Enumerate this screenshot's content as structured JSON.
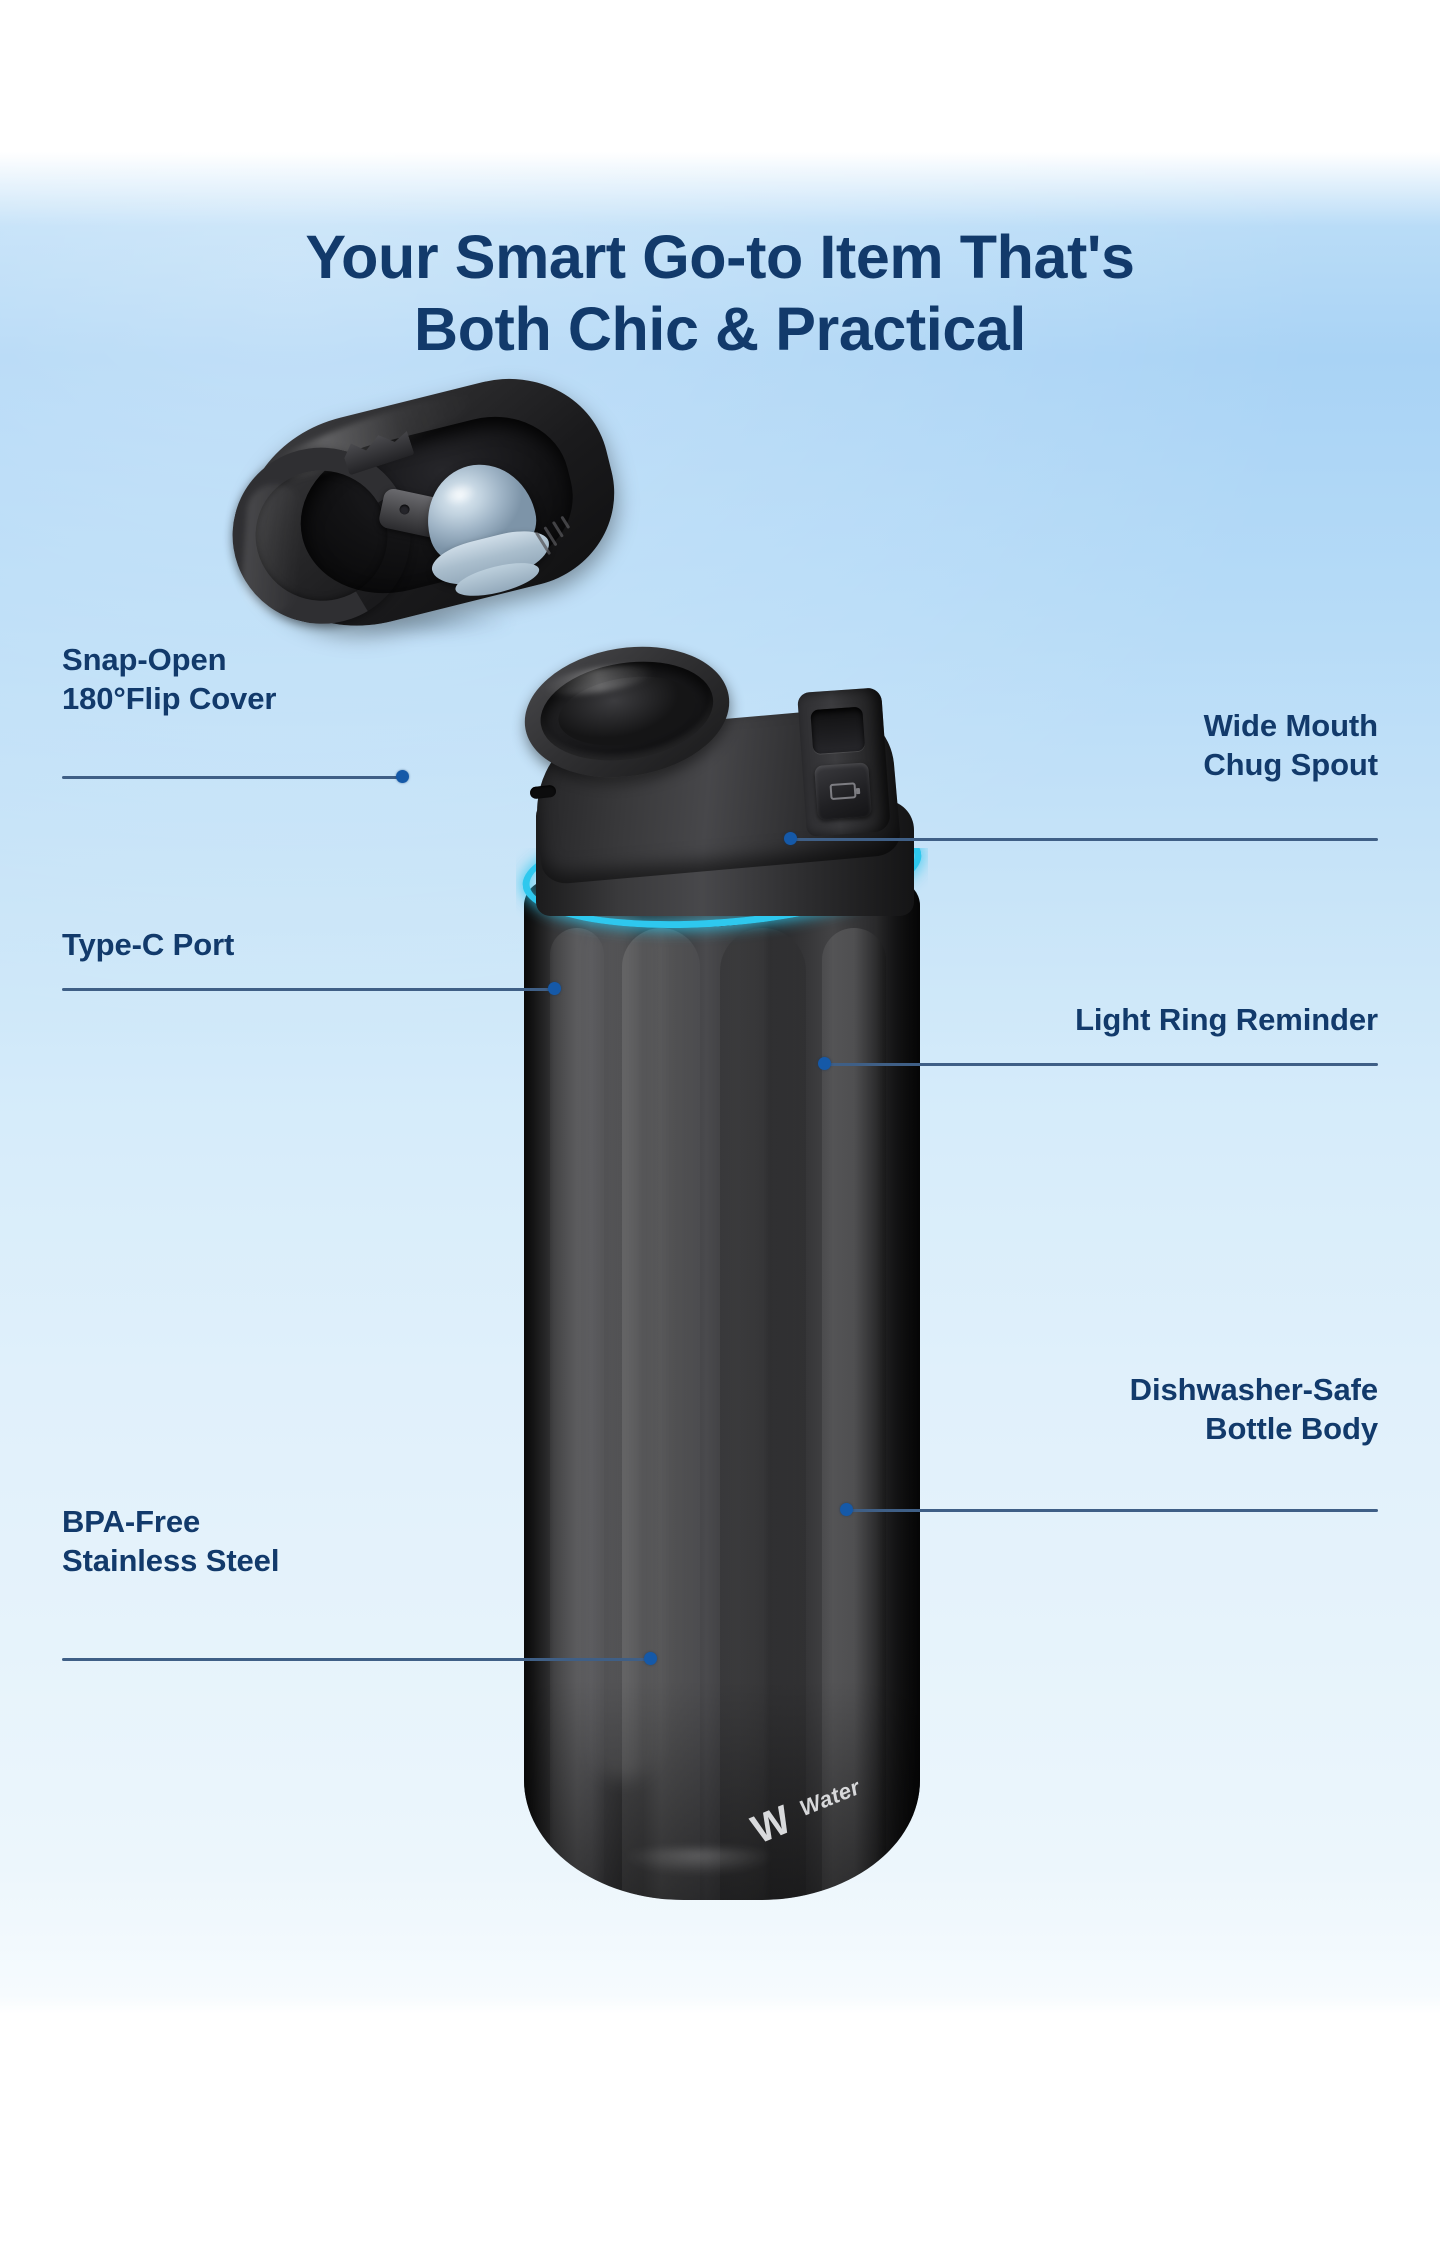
{
  "headline": {
    "line1": "Your Smart Go-to Item That's",
    "line2": "Both Chic & Practical"
  },
  "colors": {
    "heading_navy": "#123a6b",
    "label_navy": "#123a6b",
    "leader_line": "#3f5f86",
    "dot_marker": "#1559a8",
    "light_ring_cyan": "#2ec8ee",
    "background_blue": "#a9d3f5",
    "background_white": "#ffffff",
    "bottle_black": "#2b2b2c",
    "gasket_gray_blue": "#c2d3e0"
  },
  "callouts": [
    {
      "id": "snap-open-flip-cover",
      "side": "left",
      "lines": [
        "Snap-Open",
        "180°Flip Cover"
      ],
      "points_to": "flip-lid"
    },
    {
      "id": "type-c-port",
      "side": "left",
      "lines": [
        "Type-C Port"
      ],
      "points_to": "charging-port"
    },
    {
      "id": "bpa-free-stainless-steel",
      "side": "left",
      "lines": [
        "BPA-Free",
        "Stainless Steel"
      ],
      "points_to": "bottle-body-lower"
    },
    {
      "id": "wide-mouth-chug-spout",
      "side": "right",
      "lines": [
        "Wide Mouth",
        "Chug Spout"
      ],
      "points_to": "chug-spout"
    },
    {
      "id": "light-ring-reminder",
      "side": "right",
      "lines": [
        "Light Ring Reminder"
      ],
      "points_to": "light-ring"
    },
    {
      "id": "dishwasher-safe-bottle-body",
      "side": "right",
      "lines": [
        "Dishwasher-Safe",
        "Bottle Body"
      ],
      "points_to": "bottle-body"
    }
  ],
  "product": {
    "brand_mark": "W",
    "brand_wordmark": "Water",
    "parts": {
      "lid": "flip-open-lid",
      "handle": "carry-handle-loop",
      "gasket": "silicone-seal-dome",
      "spout": "wide-mouth-chug-spout",
      "button": "power-button",
      "port": "type-c-charging-port",
      "ring": "light-ring-reminder",
      "body": "stainless-steel-bottle-body"
    }
  }
}
